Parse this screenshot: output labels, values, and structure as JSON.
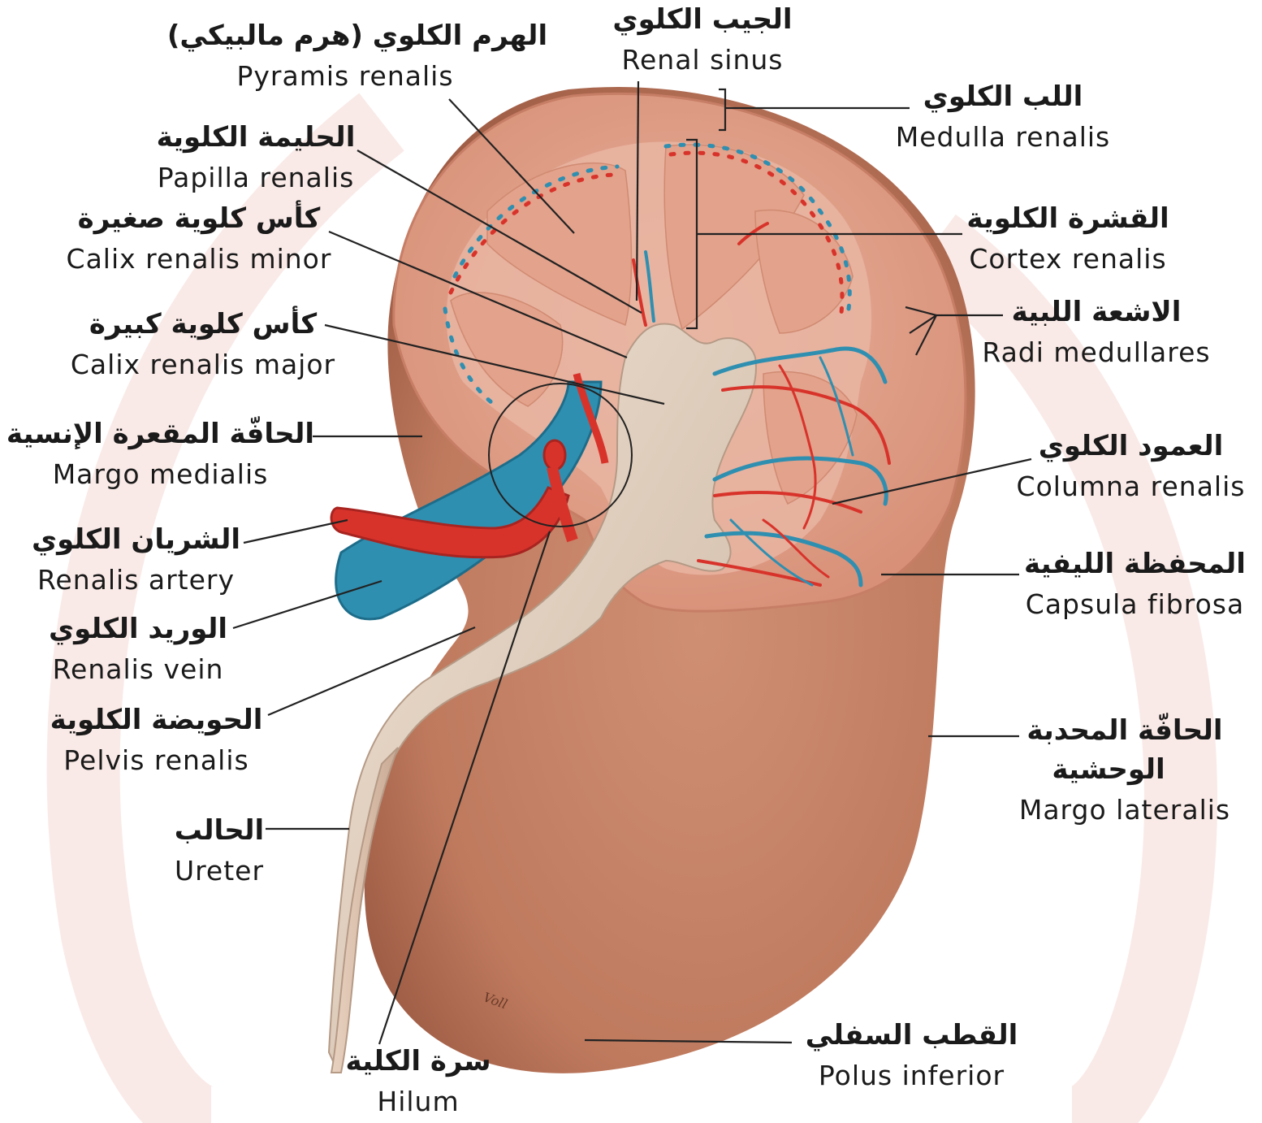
{
  "labels": {
    "pyramis": {
      "ar": "الهرم الكلوي (هرم مالبيكي)",
      "en": "Pyramis renalis"
    },
    "sinus": {
      "ar": "الجيب الكلوي",
      "en": "Renal sinus"
    },
    "medulla": {
      "ar": "اللب الكلوي",
      "en": "Medulla renalis"
    },
    "papilla": {
      "ar": "الحليمة الكلوية",
      "en": "Papilla renalis"
    },
    "calix_minor": {
      "ar": "كأس كلوية صغيرة",
      "en": "Calix renalis minor"
    },
    "cortex": {
      "ar": "القشرة الكلوية",
      "en": "Cortex renalis"
    },
    "radi": {
      "ar": "الاشعة اللبية",
      "en": "Radi medullares"
    },
    "calix_major": {
      "ar": "كأس كلوية كبيرة",
      "en": "Calix renalis major"
    },
    "margo_medialis": {
      "ar": "الحافّة المقعرة الإنسية",
      "en": "Margo medialis"
    },
    "columna": {
      "ar": "العمود الكلوي",
      "en": "Columna renalis"
    },
    "artery": {
      "ar": "الشريان الكلوي",
      "en": "Renalis artery"
    },
    "capsula": {
      "ar": "المحفظة الليفية",
      "en": "Capsula fibrosa"
    },
    "vein": {
      "ar": "الوريد الكلوي",
      "en": "Renalis vein"
    },
    "pelvis": {
      "ar": "الحويضة الكلوية",
      "en": "Pelvis renalis"
    },
    "margo_lateralis": {
      "ar1": "الحافّة المحدبة",
      "ar2": "الوحشية",
      "en": "Margo lateralis"
    },
    "ureter": {
      "ar": "الحالب",
      "en": "Ureter"
    },
    "polus": {
      "ar": "القطب السفلي",
      "en": "Polus inferior"
    },
    "hilum": {
      "ar": "سرة الكلية",
      "en": "Hilum"
    }
  },
  "signature": "Voll",
  "colors": {
    "kidney": "#c9856a",
    "kidney_dark": "#a8624a",
    "cortex": "#d89a84",
    "medulla": "#e7b3a0",
    "pelvis": "#e3d2c2",
    "artery": "#d8332b",
    "vein": "#2e8fb0",
    "watermark": "#f7e4e1",
    "leader": "#222222"
  }
}
